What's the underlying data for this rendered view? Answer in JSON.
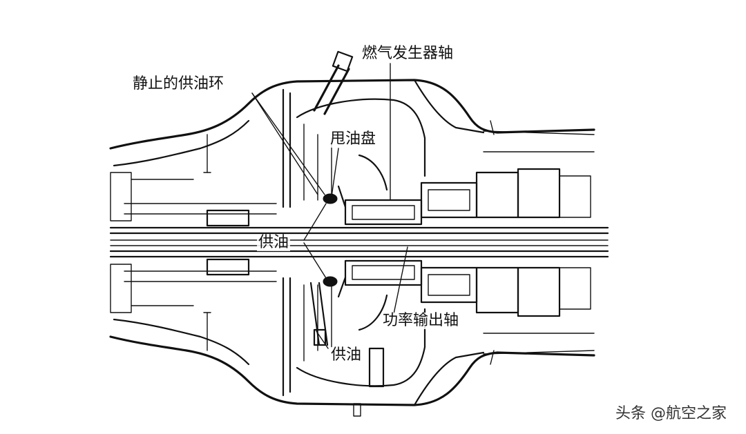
{
  "labels": {
    "gas_generator_shaft": "燃气发生器轴",
    "static_oil_ring": "静止的供油环",
    "oil_slinger": "甩油盘",
    "oil_supply_center": "供油",
    "power_output_shaft": "功率输出轴",
    "oil_supply_bottom": "供油"
  },
  "watermark": "头条 @航空之家",
  "colors": {
    "ink": "#111111",
    "background": "#ffffff"
  }
}
